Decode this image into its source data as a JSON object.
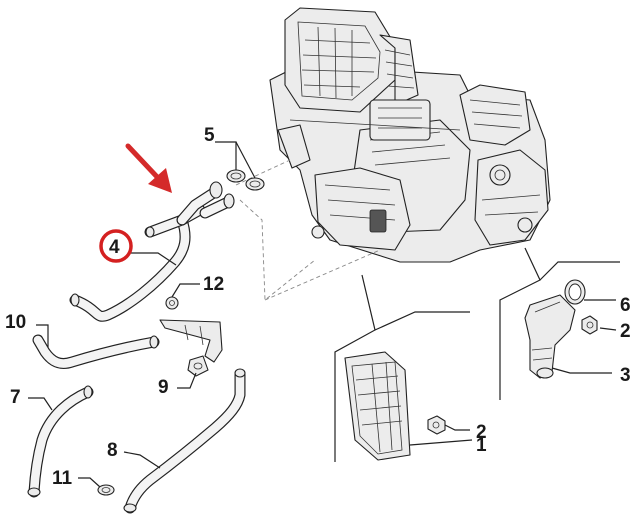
{
  "diagram": {
    "callouts": [
      {
        "id": "1",
        "text": "1"
      },
      {
        "id": "2a",
        "text": "2"
      },
      {
        "id": "2b",
        "text": "2"
      },
      {
        "id": "3",
        "text": "3"
      },
      {
        "id": "4",
        "text": "4"
      },
      {
        "id": "5",
        "text": "5"
      },
      {
        "id": "6",
        "text": "6"
      },
      {
        "id": "7",
        "text": "7"
      },
      {
        "id": "8",
        "text": "8"
      },
      {
        "id": "9",
        "text": "9"
      },
      {
        "id": "10",
        "text": "10"
      },
      {
        "id": "11",
        "text": "11"
      },
      {
        "id": "12",
        "text": "12"
      }
    ],
    "highlighted_callout": "4",
    "colors": {
      "highlight_ring": "#d42020",
      "arrow": "#d42a2a",
      "line": "#222222",
      "part_fill": "#ececec"
    }
  }
}
